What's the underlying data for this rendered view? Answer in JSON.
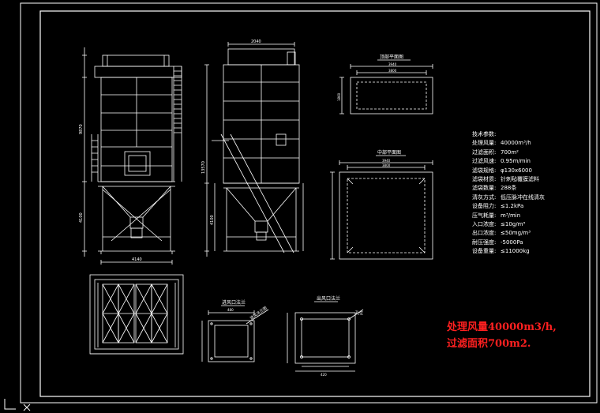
{
  "colors": {
    "background": "#000000",
    "line": "#ffffff",
    "note": "#ff2020",
    "ucs": "#ffffff"
  },
  "views": {
    "top_plan_title": "顶部平面图",
    "middle_plan_title": "中部平面图",
    "flange_title": "进风口法兰",
    "outlet_title": "出风口法兰",
    "leader_label": "进风法兰图",
    "outlet_leader_label": "孔位"
  },
  "dimensions": {
    "left_total_width": "4140",
    "left_height_main": "9870",
    "left_height_hopper": "4100",
    "right_top_width": "2040",
    "right_height_total": "13570",
    "right_height_hopper": "4100",
    "plan_width": "3940",
    "plan_width_inner": "3800",
    "plan_depth": "1860",
    "mid_width": "3940",
    "mid_width_inner": "3800",
    "flange_w": "480",
    "outlet_w": "420"
  },
  "specs": [
    {
      "key": "技术参数:",
      "value": ""
    },
    {
      "key": "处理风量:",
      "value": "40000m³/h"
    },
    {
      "key": "过滤面积:",
      "value": "700m²"
    },
    {
      "key": "过滤风速:",
      "value": "0.95m/min"
    },
    {
      "key": "滤袋规格:",
      "value": "φ130x6000"
    },
    {
      "key": "滤袋材质:",
      "value": "针刺毡覆膜滤料"
    },
    {
      "key": "滤袋数量:",
      "value": "288条"
    },
    {
      "key": "清灰方式:",
      "value": "低压脉冲在线清灰"
    },
    {
      "key": "设备阻力:",
      "value": "≤1.2kPa"
    },
    {
      "key": "压气耗量:",
      "value": "m³/min"
    },
    {
      "key": "入口浓度:",
      "value": "≤10g/m³"
    },
    {
      "key": "出口浓度:",
      "value": "≤50mg/m³"
    },
    {
      "key": "耐压强度:",
      "value": "-5000Pa"
    },
    {
      "key": "设备重量:",
      "value": "≤11000kg"
    }
  ],
  "note": {
    "line1": "处理风量40000m3/h,",
    "line2": "过滤面积700m2."
  }
}
